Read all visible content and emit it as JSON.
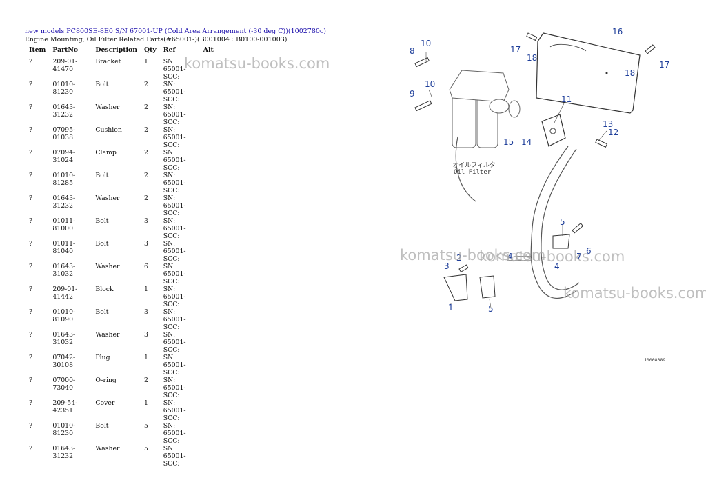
{
  "breadcrumb": {
    "link1": "new models",
    "link2": "PC800SE-8E0 S/N 67001-UP (Cold Area Arrangement (-30 deg C))(1002780c)"
  },
  "subtitle": "Engine Mounting, Oil Filter Related Parts(#65001-)(B001004 : B0100-001003)",
  "table": {
    "headers": [
      "Item",
      "PartNo",
      "Description",
      "Qty",
      "Ref",
      "Alt"
    ],
    "rows": [
      {
        "item": "?",
        "part": "209-01-41470",
        "desc": "Bracket",
        "qty": "1",
        "ref": "SN: 65001-SCC:"
      },
      {
        "item": "?",
        "part": "01010-81230",
        "desc": "Bolt",
        "qty": "2",
        "ref": "SN: 65001-SCC:"
      },
      {
        "item": "?",
        "part": "01643-31232",
        "desc": "Washer",
        "qty": "2",
        "ref": "SN: 65001-SCC:"
      },
      {
        "item": "?",
        "part": "07095-01038",
        "desc": "Cushion",
        "qty": "2",
        "ref": "SN: 65001-SCC:"
      },
      {
        "item": "?",
        "part": "07094-31024",
        "desc": "Clamp",
        "qty": "2",
        "ref": "SN: 65001-SCC:"
      },
      {
        "item": "?",
        "part": "01010-81285",
        "desc": "Bolt",
        "qty": "2",
        "ref": "SN: 65001-SCC:"
      },
      {
        "item": "?",
        "part": "01643-31232",
        "desc": "Washer",
        "qty": "2",
        "ref": "SN: 65001-SCC:"
      },
      {
        "item": "?",
        "part": "01011-81000",
        "desc": "Bolt",
        "qty": "3",
        "ref": "SN: 65001-SCC:"
      },
      {
        "item": "?",
        "part": "01011-81040",
        "desc": "Bolt",
        "qty": "3",
        "ref": "SN: 65001-SCC:"
      },
      {
        "item": "?",
        "part": "01643-31032",
        "desc": "Washer",
        "qty": "6",
        "ref": "SN: 65001-SCC:"
      },
      {
        "item": "?",
        "part": "209-01-41442",
        "desc": "Block",
        "qty": "1",
        "ref": "SN: 65001-SCC:"
      },
      {
        "item": "?",
        "part": "01010-81090",
        "desc": "Bolt",
        "qty": "3",
        "ref": "SN: 65001-SCC:"
      },
      {
        "item": "?",
        "part": "01643-31032",
        "desc": "Washer",
        "qty": "3",
        "ref": "SN: 65001-SCC:"
      },
      {
        "item": "?",
        "part": "07042-30108",
        "desc": "Plug",
        "qty": "1",
        "ref": "SN: 65001-SCC:"
      },
      {
        "item": "?",
        "part": "07000-73040",
        "desc": "O-ring",
        "qty": "2",
        "ref": "SN: 65001-SCC:"
      },
      {
        "item": "?",
        "part": "209-54-42351",
        "desc": "Cover",
        "qty": "1",
        "ref": "SN: 65001-SCC:"
      },
      {
        "item": "?",
        "part": "01010-81230",
        "desc": "Bolt",
        "qty": "5",
        "ref": "SN: 65001-SCC:"
      },
      {
        "item": "?",
        "part": "01643-31232",
        "desc": "Washer",
        "qty": "5",
        "ref": "SN: 65001-SCC:"
      }
    ]
  },
  "diagram": {
    "callouts": [
      "1",
      "2",
      "3",
      "4",
      "4",
      "5",
      "5",
      "6",
      "7",
      "8",
      "9",
      "10",
      "10",
      "11",
      "12",
      "13",
      "14",
      "15",
      "16",
      "17",
      "17",
      "18",
      "18"
    ],
    "jp_label": "オイルフィルタ",
    "oil_filter_label": "Oil Filter",
    "drawing_code": "J0008389"
  },
  "watermarks": {
    "w1": "komatsu-books.com",
    "w2": "komatsu-books.com",
    "w3": "komatsu-books.com",
    "w4": "komatsu-books.com"
  },
  "colors": {
    "link": "#1a0dab",
    "callout": "#1f3f9a",
    "watermark": "#aaaaaa"
  }
}
